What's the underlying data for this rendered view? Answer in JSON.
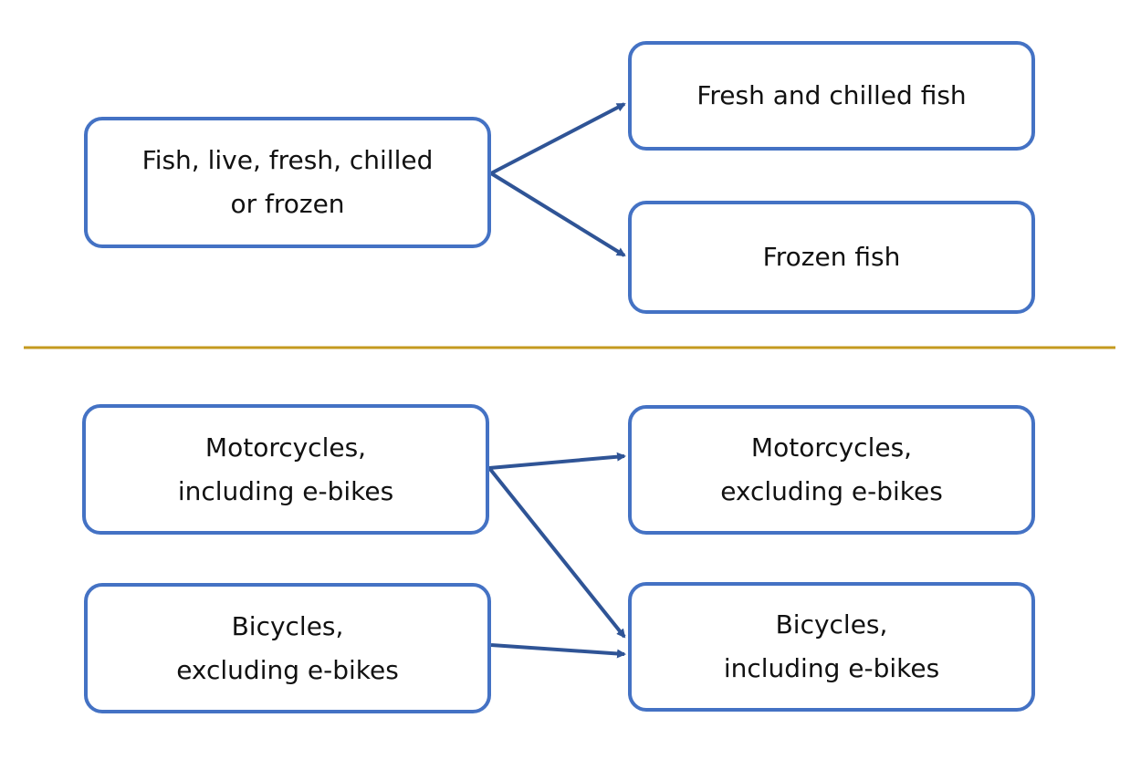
{
  "colors": {
    "box_border": "#4472c4",
    "arrow": "#2f5496",
    "separator": "#c49a1f"
  },
  "groups": [
    {
      "source_nodes": [
        {
          "id": "fish",
          "lines": [
            "Fish, live, fresh, chilled",
            "or frozen"
          ]
        }
      ],
      "target_nodes": [
        {
          "id": "fresh",
          "lines": [
            "Fresh and chilled fish"
          ]
        },
        {
          "id": "frozen",
          "lines": [
            "Frozen fish"
          ]
        }
      ],
      "links": [
        {
          "from": "fish",
          "to": "fresh"
        },
        {
          "from": "fish",
          "to": "frozen"
        }
      ]
    },
    {
      "source_nodes": [
        {
          "id": "moto_in",
          "lines": [
            "Motorcycles,",
            "including  e-bikes"
          ]
        },
        {
          "id": "bike_ex",
          "lines": [
            "Bicycles,",
            "excluding  e-bikes"
          ]
        }
      ],
      "target_nodes": [
        {
          "id": "moto_ex",
          "lines": [
            "Motorcycles,",
            "excluding  e-bikes"
          ]
        },
        {
          "id": "bike_in",
          "lines": [
            "Bicycles,",
            "including  e-bikes"
          ]
        }
      ],
      "links": [
        {
          "from": "moto_in",
          "to": "moto_ex"
        },
        {
          "from": "moto_in",
          "to": "bike_in"
        },
        {
          "from": "bike_ex",
          "to": "bike_in"
        }
      ]
    }
  ]
}
